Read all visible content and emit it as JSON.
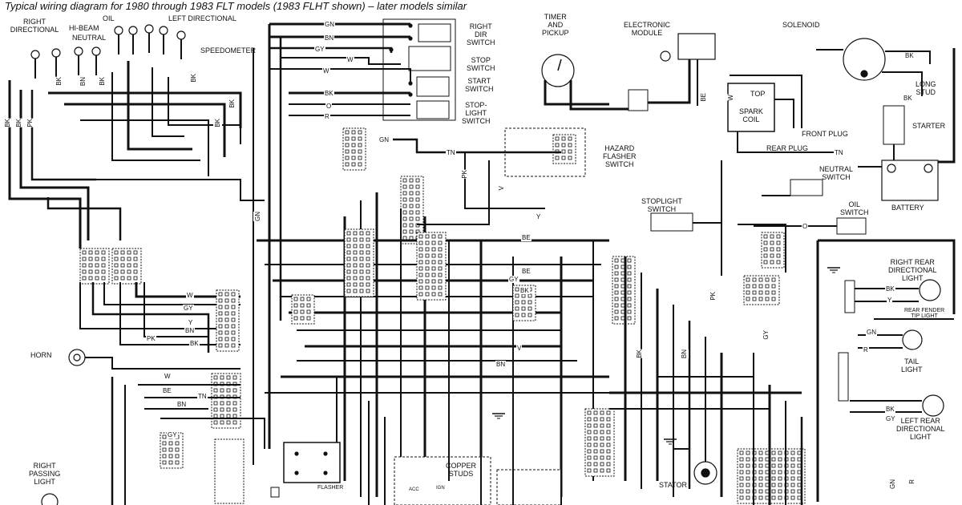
{
  "title": "Typical wiring diagram for 1980 through 1983 FLT models (1983 FLHT shown) – later models similar",
  "components": {
    "right_directional": "RIGHT\nDIRECTIONAL",
    "hi_beam": "HI-BEAM",
    "neutral": "NEUTRAL",
    "oil": "OIL",
    "left_directional": "LEFT DIRECTIONAL",
    "speedometer": "SPEEDOMETER",
    "right_dir_switch": "RIGHT\nDIR\nSWITCH",
    "stop_switch": "STOP\nSWITCH",
    "start_switch": "START\nSWITCH",
    "stop_light_switch": "STOP-\nLIGHT\nSWITCH",
    "timer_pickup": "TIMER\nAND\nPICKUP",
    "electronic_module": "ELECTRONIC\nMODULE",
    "solenoid": "SOLENOID",
    "long_stud": "LONG\nSTUD",
    "top": "TOP",
    "spark_coil": "SPARK\nCOIL",
    "front_plug": "FRONT PLUG",
    "rear_plug": "REAR PLUG",
    "starter": "STARTER",
    "hazard_flasher_switch": "HAZARD\nFLASHER\nSWITCH",
    "neutral_switch": "NEUTRAL\nSWITCH",
    "battery": "BATTERY",
    "stoplight_switch": "STOPLIGHT\nSWITCH",
    "oil_switch": "OIL\nSWITCH",
    "right_rear_directional_light": "RIGHT REAR\nDIRECTIONAL\nLIGHT",
    "rear_fender_tip_light": "REAR FENDER\nTIP LIGHT",
    "tail_light": "TAIL\nLIGHT",
    "left_rear_directional_light": "LEFT REAR\nDIRECTIONAL\nLIGHT",
    "horn": "HORN",
    "right_passing_light": "RIGHT\nPASSING\nLIGHT",
    "flasher": "FLASHER",
    "copper_studs": "COPPER\nSTUDS",
    "acc": "ACC",
    "ign": "IGN",
    "stator": "STATOR"
  },
  "wire_labels": {
    "gn": "GN",
    "bn": "BN",
    "gy": "GY",
    "w": "W",
    "bk": "BK",
    "o": "O",
    "r": "R",
    "tn": "TN",
    "be": "BE",
    "v": "V",
    "y": "Y",
    "pk": "PK"
  },
  "colors": {
    "ink": "#111111",
    "paper": "#ffffff"
  }
}
